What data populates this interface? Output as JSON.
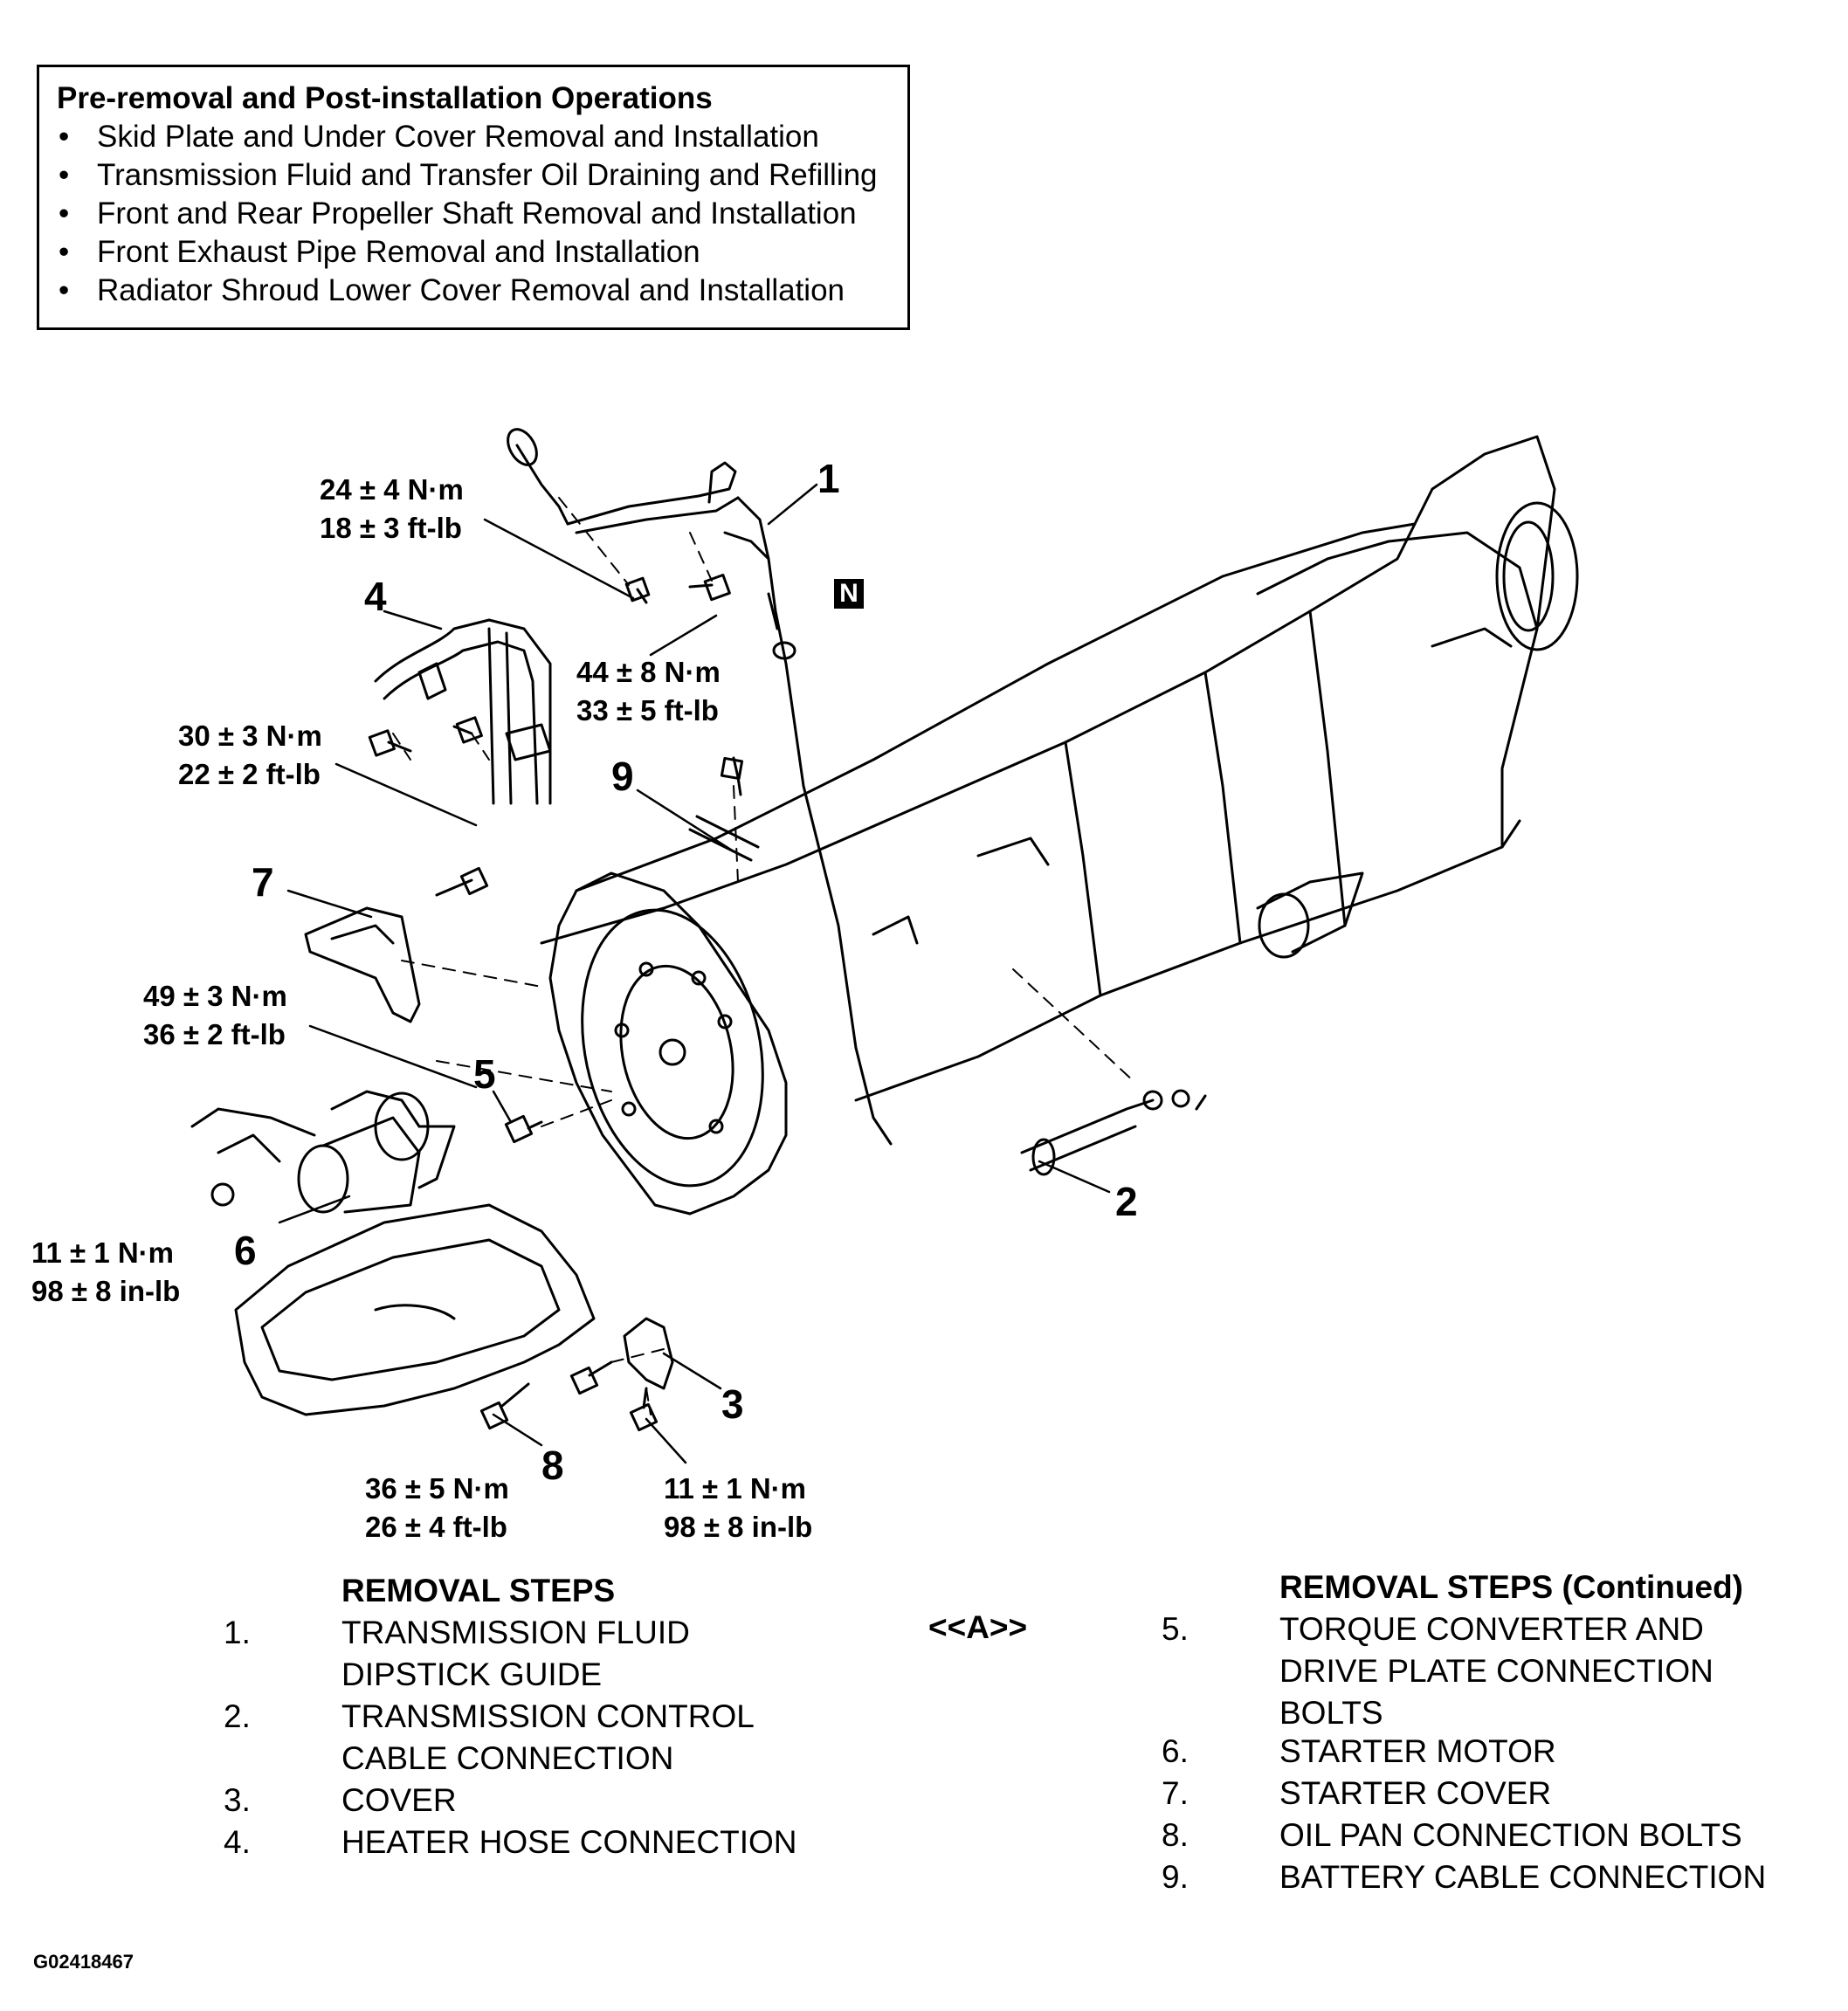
{
  "operations": {
    "title": "Pre-removal and Post-installation Operations",
    "items": [
      "Skid Plate and Under Cover Removal and Installation",
      "Transmission Fluid and Transfer Oil Draining and Refilling",
      "Front and Rear Propeller Shaft Removal and Installation",
      "Front Exhaust Pipe Removal and Installation",
      "Radiator Shroud Lower Cover Removal and Installation"
    ]
  },
  "callouts": {
    "c1": "1",
    "c2": "2",
    "c3": "3",
    "c4": "4",
    "c5": "5",
    "c6": "6",
    "c7": "7",
    "c8": "8",
    "c9": "9",
    "n_badge": "N"
  },
  "torques": {
    "t_dipstick_bolt": [
      "24 ± 4 N·m",
      "18 ± 3 ft-lb"
    ],
    "t_guide_bolt": [
      "44 ± 8 N·m",
      "33 ± 5 ft-lb"
    ],
    "t_heater_bolt": [
      "30 ± 3 N·m",
      "22 ± 2 ft-lb"
    ],
    "t_converter_bolt": [
      "49 ± 3 N·m",
      "36 ± 2 ft-lb"
    ],
    "t_starter_nut": [
      "11 ± 1 N·m",
      "98 ± 8 in-lb"
    ],
    "t_oilpan_bolt": [
      "36 ± 5 N·m",
      "26 ± 4 ft-lb"
    ],
    "t_cover_bolt": [
      "11 ± 1 N·m",
      "98 ± 8 in-lb"
    ]
  },
  "steps_left": {
    "heading": "REMOVAL STEPS",
    "items": [
      {
        "num": "1.",
        "l1": "TRANSMISSION FLUID",
        "l2": "DIPSTICK GUIDE"
      },
      {
        "num": "2.",
        "l1": "TRANSMISSION CONTROL",
        "l2": "CABLE CONNECTION"
      },
      {
        "num": "3.",
        "l1": "COVER"
      },
      {
        "num": "4.",
        "l1": "HEATER HOSE CONNECTION"
      }
    ]
  },
  "steps_right": {
    "heading": "REMOVAL STEPS (Continued)",
    "note": "<<A>>",
    "items": [
      {
        "num": "5.",
        "l1": "TORQUE CONVERTER AND",
        "l2": "DRIVE PLATE CONNECTION",
        "l3": "BOLTS"
      },
      {
        "num": "6.",
        "l1": "STARTER MOTOR"
      },
      {
        "num": "7.",
        "l1": "STARTER COVER"
      },
      {
        "num": "8.",
        "l1": "OIL PAN CONNECTION BOLTS"
      },
      {
        "num": "9.",
        "l1": "BATTERY CABLE CONNECTION"
      }
    ]
  },
  "figure_id": "G02418467"
}
